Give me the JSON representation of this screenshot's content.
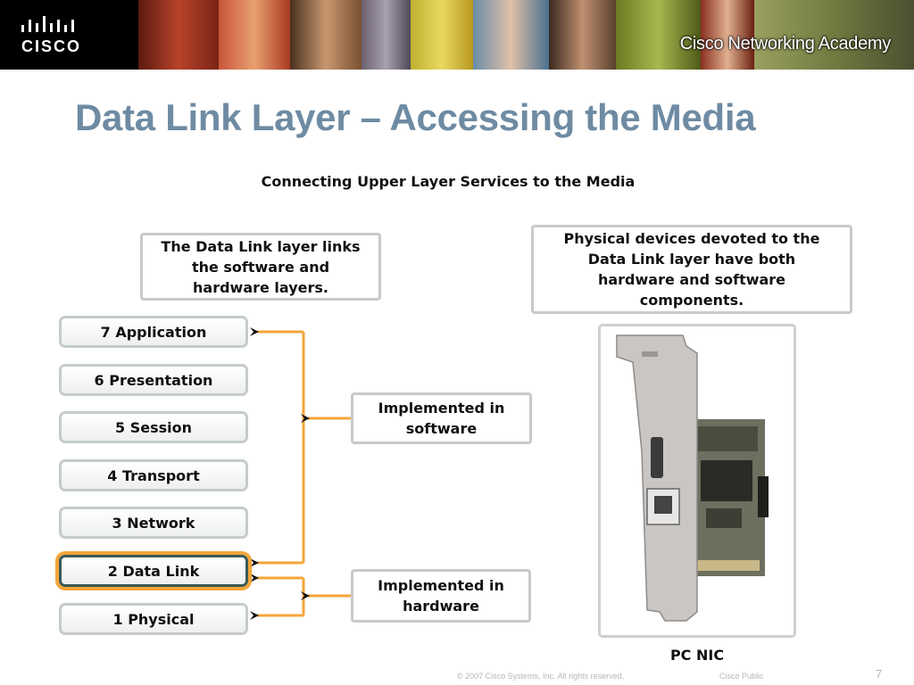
{
  "header": {
    "logo_text": "CISCO",
    "academy_text": "Cisco Networking Academy"
  },
  "slide": {
    "title": "Data Link Layer – Accessing the Media",
    "subtitle": "Connecting Upper Layer Services to the Media"
  },
  "notes": {
    "links": [
      "The Data Link layer links",
      "the software and",
      "hardware layers."
    ],
    "devices": [
      "Physical devices devoted to the",
      "Data Link layer have both",
      "hardware and software",
      "components."
    ],
    "software": [
      "Implemented in",
      "software"
    ],
    "hardware": [
      "Implemented in",
      "hardware"
    ]
  },
  "osi_layers": [
    "7 Application",
    "6 Presentation",
    "5 Session",
    "4 Transport",
    "3 Network",
    "2 Data Link",
    "1 Physical"
  ],
  "highlighted_layer": "2 Data Link",
  "nic": {
    "caption": "PC NIC",
    "icon": "network-interface-card-image"
  },
  "colors": {
    "title": "#6e8ba3",
    "connector": "#f3a53a",
    "highlight_border": "#3b5a55"
  },
  "footer": {
    "copyright": "© 2007 Cisco Systems, Inc. All rights reserved.",
    "classification": "Cisco Public",
    "page_number": "7"
  }
}
